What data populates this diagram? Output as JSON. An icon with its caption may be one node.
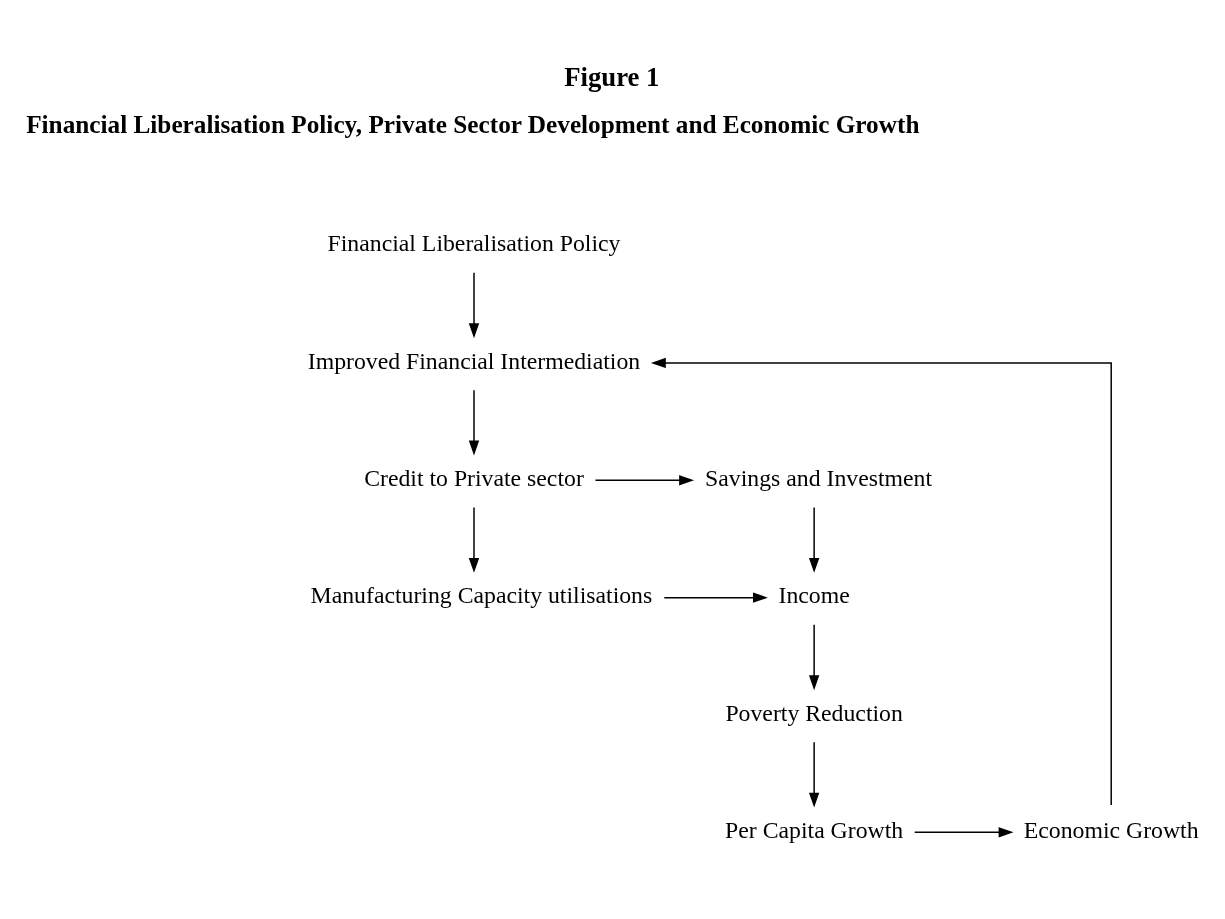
{
  "diagram": {
    "title": "Figure 1",
    "nodes": [
      {
        "text": [
          "Financial Liberalisation Policy"
        ]
      },
      {
        "text": [
          "Improved Financial Intermediation"
        ]
      },
      {
        "text": [
          "Credit to Private sector"
        ]
      },
      {
        "text": [
          "Savings and Investment"
        ]
      },
      {
        "text": [
          "Manufacturing Capacity utilisations"
        ]
      },
      {
        "text": [
          "Income"
        ]
      },
      {
        "text": [
          "Poverty Reduction"
        ]
      },
      {
        "text": [
          "Per Capita Growth"
        ]
      },
      {
        "text": [
          "Economic Growth"
        ]
      }
    ],
    "edges": [
      {
        "from": 0,
        "to": 1,
        "arrow": "to"
      },
      {
        "from": 1,
        "to": 2,
        "arrow": "to"
      },
      {
        "from": 2,
        "to": 3,
        "arrow": "to"
      },
      {
        "from": 2,
        "to": 4,
        "arrow": "to"
      },
      {
        "from": 3,
        "to": 5,
        "arrow": "to"
      },
      {
        "from": 4,
        "to": 5,
        "arrow": "to"
      },
      {
        "from": 5,
        "to": 6,
        "arrow": "to"
      },
      {
        "from": 6,
        "to": 7,
        "arrow": "to"
      },
      {
        "from": 7,
        "to": 8,
        "arrow": "to"
      },
      {
        "from": 8,
        "to": 1,
        "arrow": "to"
      }
    ],
    "labels": [
      "Financial Liberalisation Policy, Private Sector Development and Economic Growth"
    ]
  }
}
